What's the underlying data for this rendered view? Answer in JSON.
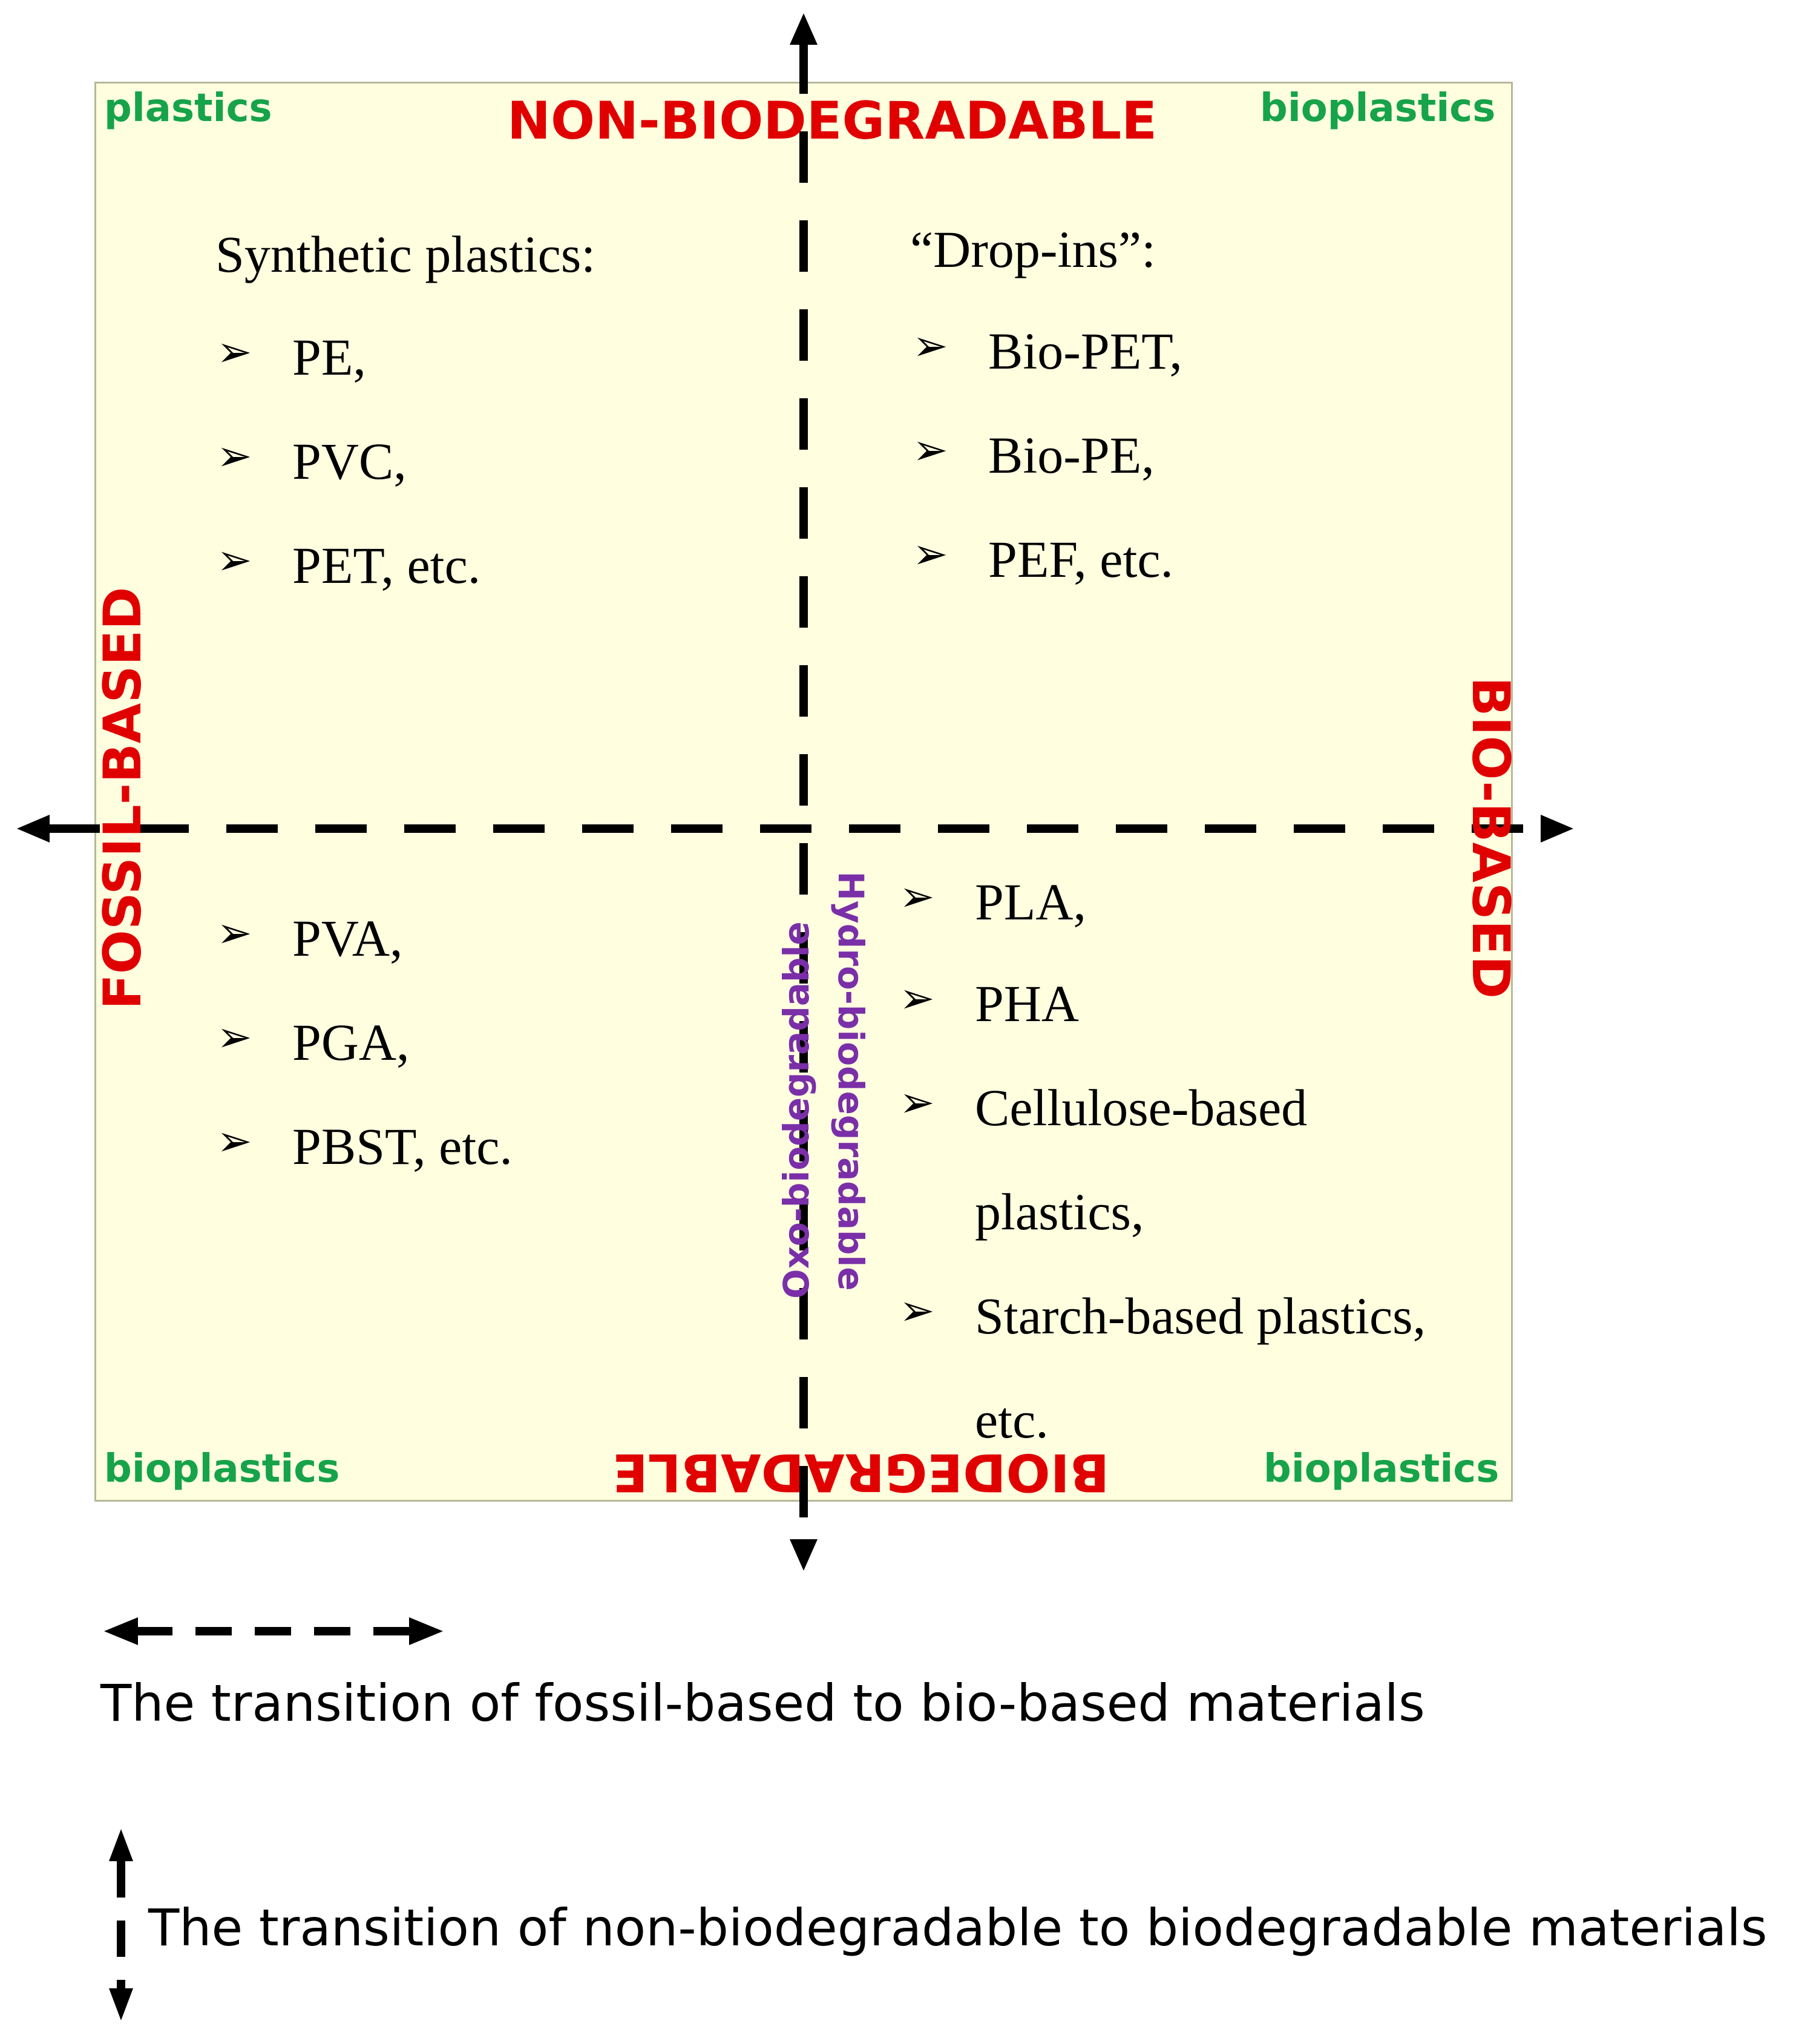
{
  "corner_labels": {
    "top_left": "plastics",
    "top_right": "bioplastics",
    "bottom_left": "bioplastics",
    "bottom_right": "bioplastics"
  },
  "axis_labels": {
    "top": "NON-BIODEGRADABLE",
    "bottom": "BIODEGRADABLE",
    "left": "FOSSIL-BASED",
    "right": "BIO-BASED",
    "center_oxo": "Oxo-biodegradable",
    "center_hydro": "Hydro-biodegradable"
  },
  "quadrants": {
    "top_left": {
      "heading": "Synthetic plastics:",
      "items": [
        "PE,",
        "PVC,",
        "PET, etc."
      ]
    },
    "top_right": {
      "heading": "“Drop-ins”:",
      "items": [
        "Bio-PET,",
        "Bio-PE,",
        "PEF, etc."
      ]
    },
    "bottom_left": {
      "items": [
        "PVA,",
        "PGA,",
        "PBST, etc."
      ]
    },
    "bottom_right": {
      "items": [
        "PLA,",
        "PHA",
        "Cellulose-based",
        "plastics,",
        "Starch-based plastics,",
        "etc."
      ]
    }
  },
  "legend": {
    "horizontal_caption": "The transition of fossil-based to bio-based materials",
    "vertical_caption": "The transition of non-biodegradable to biodegradable materials"
  },
  "icons": {
    "bullet": "arrow-bullet-icon"
  },
  "colors": {
    "panel_fill": "#ffffe0",
    "axis_red": "#e00000",
    "corner_green": "#16a34a",
    "mode_purple": "#7a2fa8"
  }
}
